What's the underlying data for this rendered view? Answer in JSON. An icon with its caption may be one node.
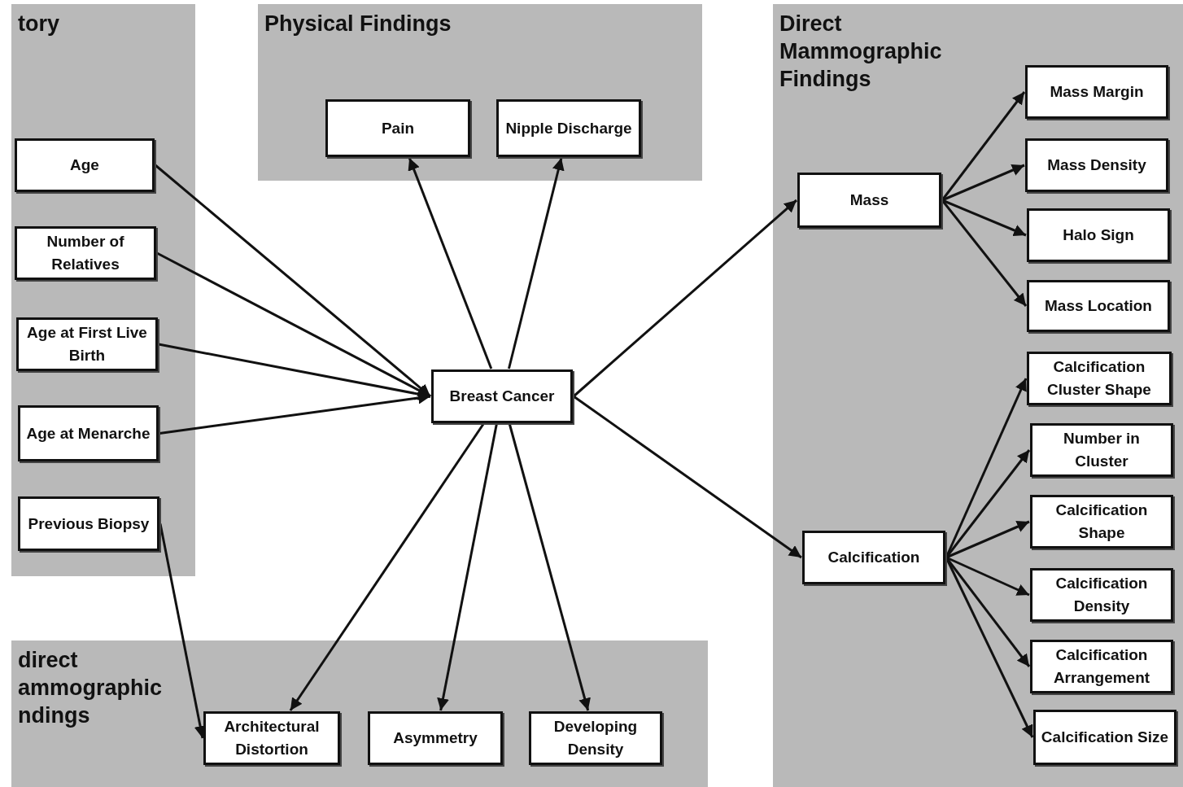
{
  "diagram": {
    "nodes": [
      {
        "text": [
          "tory"
        ]
      },
      {
        "text": [
          "Age"
        ],
        "in": 0
      },
      {
        "text": [
          "Number of Relatives"
        ],
        "in": 0
      },
      {
        "text": [
          "Age at First Live Birth"
        ],
        "in": 0
      },
      {
        "text": [
          "Age at Menarche"
        ],
        "in": 0
      },
      {
        "text": [
          "Previous Biopsy"
        ],
        "in": 0
      },
      {
        "text": [
          "Physical Findings"
        ]
      },
      {
        "text": [
          "Pain"
        ],
        "in": 6
      },
      {
        "text": [
          "Nipple Discharge"
        ],
        "in": 6
      },
      {
        "text": [
          "Direct Mammographic Findings"
        ]
      },
      {
        "text": [
          "Mass"
        ],
        "in": 9
      },
      {
        "text": [
          "Mass Margin"
        ],
        "in": 9
      },
      {
        "text": [
          "Mass Density"
        ],
        "in": 9
      },
      {
        "text": [
          "Halo Sign"
        ],
        "in": 9
      },
      {
        "text": [
          "Mass Location"
        ],
        "in": 9
      },
      {
        "text": [
          "Calcification"
        ],
        "in": 9
      },
      {
        "text": [
          "Calcification Cluster Shape"
        ],
        "in": 9
      },
      {
        "text": [
          "Number in Cluster"
        ],
        "in": 9
      },
      {
        "text": [
          "Calcification Shape"
        ],
        "in": 9
      },
      {
        "text": [
          "Calcification Density"
        ],
        "in": 9
      },
      {
        "text": [
          "Calcification Arrangement"
        ],
        "in": 9
      },
      {
        "text": [
          "Calcification Size"
        ],
        "in": 9
      },
      {
        "text": [
          "direct ammographic ndings"
        ]
      },
      {
        "text": [
          "Architectural Distortion"
        ],
        "in": 22
      },
      {
        "text": [
          "Asymmetry"
        ],
        "in": 22
      },
      {
        "text": [
          "Developing Density"
        ],
        "in": 22
      },
      {
        "text": [
          "Breast Cancer"
        ]
      }
    ],
    "edges": [
      {
        "from": 1,
        "to": 26,
        "arrow": "to"
      },
      {
        "from": 2,
        "to": 26,
        "arrow": "to"
      },
      {
        "from": 3,
        "to": 26,
        "arrow": "to"
      },
      {
        "from": 4,
        "to": 26,
        "arrow": "to"
      },
      {
        "from": 26,
        "to": 7,
        "arrow": "to"
      },
      {
        "from": 26,
        "to": 8,
        "arrow": "to"
      },
      {
        "from": 26,
        "to": 10,
        "arrow": "to"
      },
      {
        "from": 26,
        "to": 15,
        "arrow": "to"
      },
      {
        "from": 26,
        "to": 23,
        "arrow": "to"
      },
      {
        "from": 26,
        "to": 24,
        "arrow": "to"
      },
      {
        "from": 26,
        "to": 25,
        "arrow": "to"
      },
      {
        "from": 5,
        "to": 23,
        "arrow": "to"
      },
      {
        "from": 10,
        "to": 11,
        "arrow": "to"
      },
      {
        "from": 10,
        "to": 12,
        "arrow": "to"
      },
      {
        "from": 10,
        "to": 13,
        "arrow": "to"
      },
      {
        "from": 10,
        "to": 14,
        "arrow": "to"
      },
      {
        "from": 15,
        "to": 16,
        "arrow": "to"
      },
      {
        "from": 15,
        "to": 17,
        "arrow": "to"
      },
      {
        "from": 15,
        "to": 18,
        "arrow": "to"
      },
      {
        "from": 15,
        "to": 19,
        "arrow": "to"
      },
      {
        "from": 15,
        "to": 20,
        "arrow": "to"
      },
      {
        "from": 15,
        "to": 21,
        "arrow": "to"
      }
    ]
  }
}
